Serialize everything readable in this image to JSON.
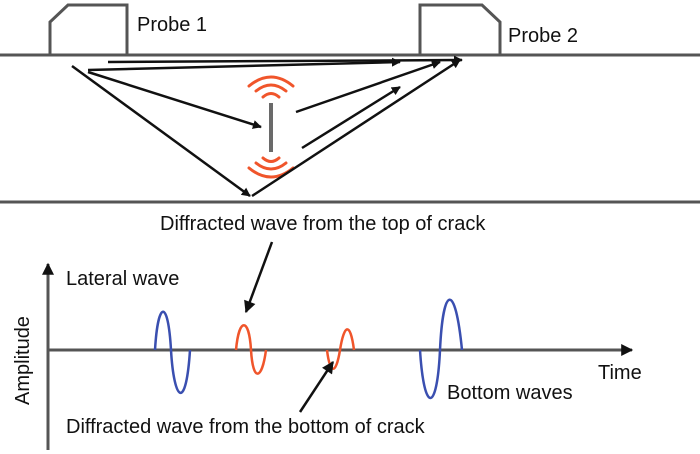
{
  "labels": {
    "probe1": "Probe 1",
    "probe2": "Probe 2",
    "top_diffraction": "Diffracted wave from the top of crack",
    "lateral_wave": "Lateral wave",
    "amplitude_axis": "Amplitude",
    "time_axis": "Time",
    "bottom_waves": "Bottom waves",
    "bottom_diffraction": "Diffracted wave from the bottom of crack"
  },
  "colors": {
    "lines": "#555555",
    "arrows": "#111111",
    "lateral_and_bottom_signal": "#3a4fb0",
    "diffraction_signal": "#f0552b",
    "crack": "#6a6a6a"
  },
  "icons": {
    "probe": "probe-icon",
    "crack": "crack-icon",
    "wave_emission": "wave-arcs-icon",
    "arrow": "arrow-icon"
  }
}
